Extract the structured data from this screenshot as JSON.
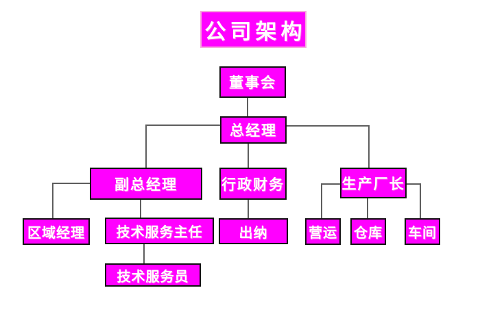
{
  "diagram": {
    "title": "公司架构",
    "type": "org-chart",
    "colors": {
      "node_fill": "#ff00ff",
      "node_border": "#111111",
      "title_border": "#f6a8dc",
      "line": "#5e5e5e",
      "text": "#ffffff",
      "background": "#ffffff"
    },
    "nodes": [
      {
        "id": "board-of-directors",
        "label": "董事会",
        "parent": null
      },
      {
        "id": "general-manager",
        "label": "总经理",
        "parent": "board-of-directors"
      },
      {
        "id": "deputy-general-manager",
        "label": "副总经理",
        "parent": "general-manager"
      },
      {
        "id": "admin-finance",
        "label": "行政财务",
        "parent": "general-manager"
      },
      {
        "id": "production-director",
        "label": "生产厂长",
        "parent": "general-manager"
      },
      {
        "id": "regional-manager",
        "label": "区域经理",
        "parent": "deputy-general-manager"
      },
      {
        "id": "tech-service-director",
        "label": "技术服务主任",
        "parent": "deputy-general-manager"
      },
      {
        "id": "cashier",
        "label": "出纳",
        "parent": "admin-finance"
      },
      {
        "id": "operations",
        "label": "营运",
        "parent": "production-director"
      },
      {
        "id": "warehouse",
        "label": "仓库",
        "parent": "production-director"
      },
      {
        "id": "workshop",
        "label": "车间",
        "parent": "production-director"
      },
      {
        "id": "tech-service-staff",
        "label": "技术服务员",
        "parent": "tech-service-director"
      }
    ]
  }
}
